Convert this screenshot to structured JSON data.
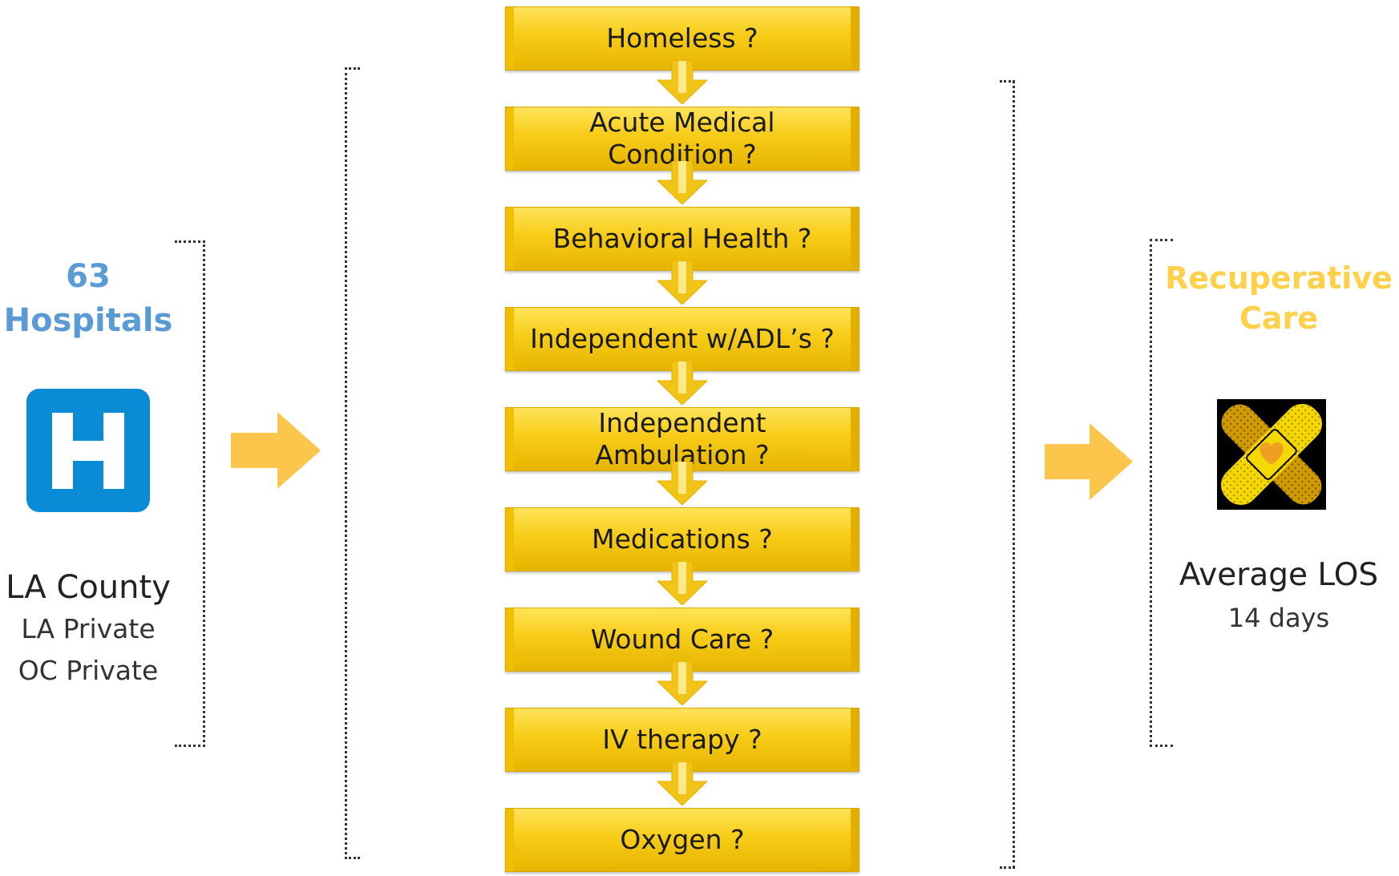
{
  "hospitals": {
    "count": "63",
    "label": "Hospitals",
    "icon": "hospital-h-icon",
    "icon_color": "#0a8bd6",
    "title_color": "#5b9bd5",
    "sources": [
      "LA County",
      "LA Private",
      "OC Private"
    ]
  },
  "screening_steps": [
    "Homeless ?",
    "Acute Medical Condition ?",
    "Behavioral Health ?",
    "Independent w/ADL’s ?",
    "Independent Ambulation ?",
    "Medications ?",
    "Wound Care ?",
    "IV therapy ?",
    "Oxygen ?"
  ],
  "step_color": "#f7cc17",
  "arrow_color": "#fcc64c",
  "recuperative": {
    "title_line1": "Recuperative",
    "title_line2": "Care",
    "title_color": "#ffd04a",
    "icon": "bandage-heart-icon",
    "avg_los_label": "Average LOS",
    "avg_los_value": "14 days"
  }
}
